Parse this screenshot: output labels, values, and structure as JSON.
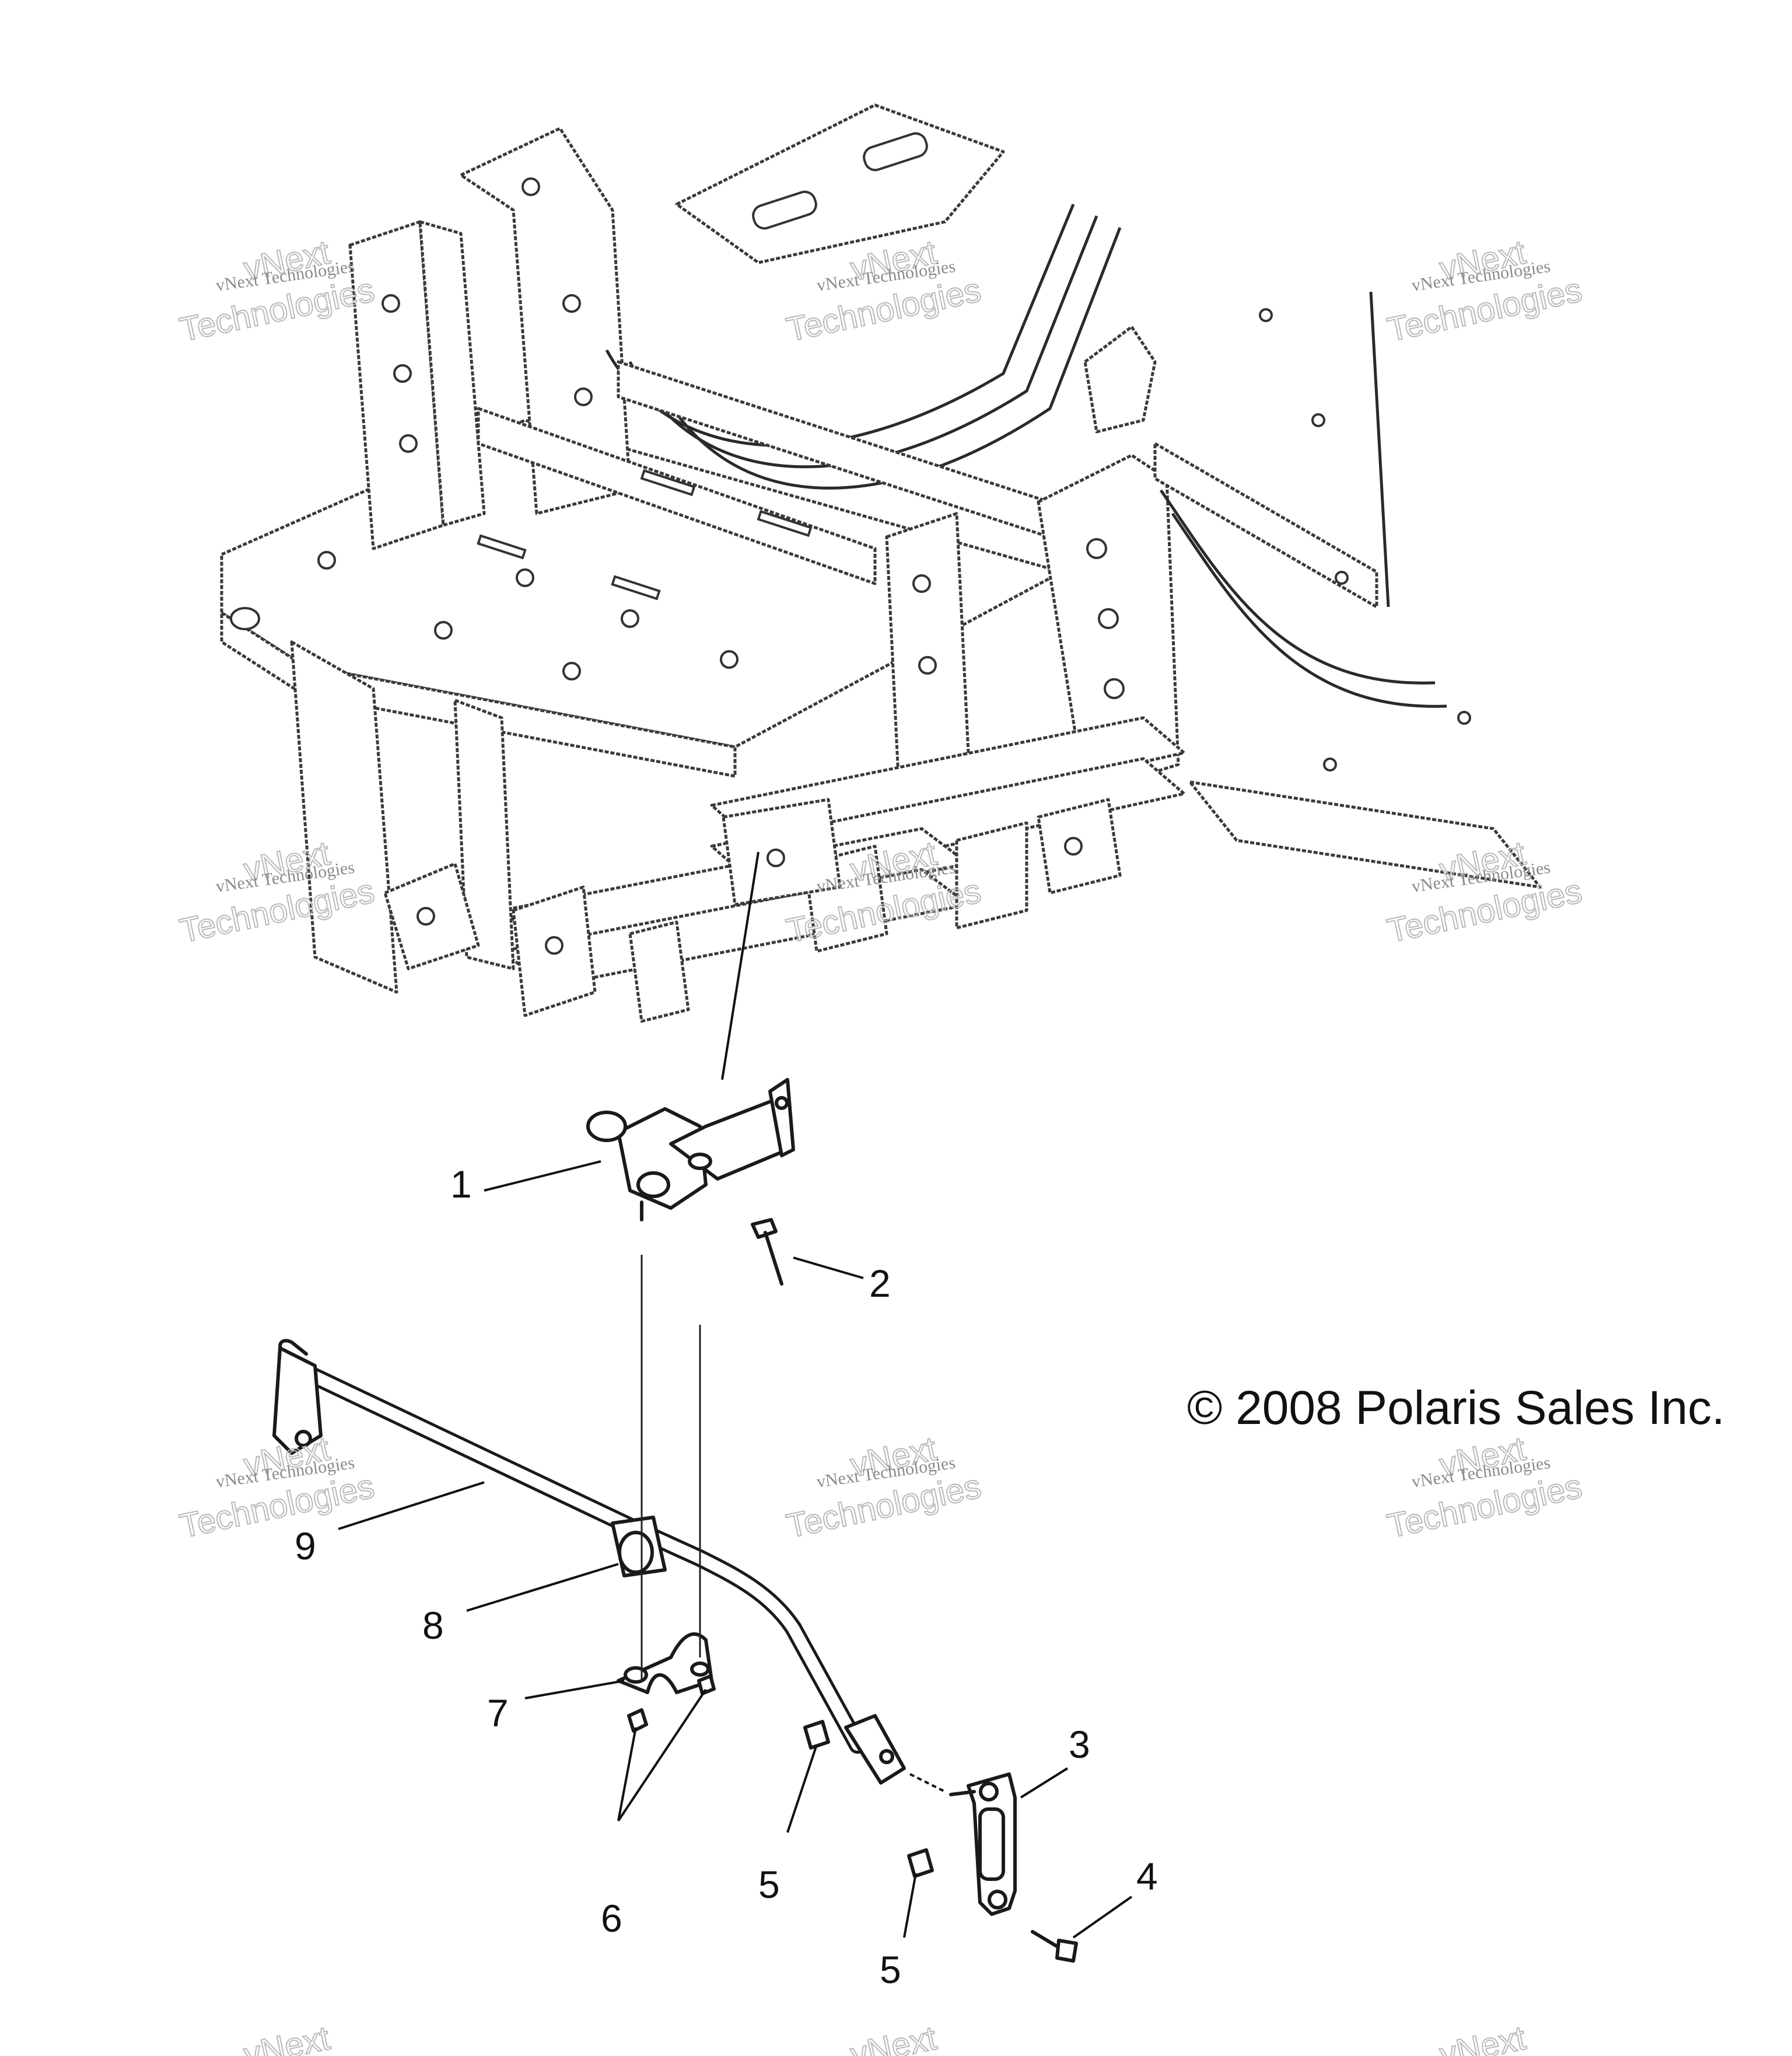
{
  "copyright": "© 2008 Polaris Sales Inc.",
  "watermark": {
    "line1": "vNext Technologies",
    "line2": "Technologies",
    "line3": "vNext"
  },
  "callouts": [
    "1",
    "2",
    "3",
    "4",
    "5",
    "5",
    "6",
    "7",
    "8",
    "9"
  ],
  "colors": {
    "line": "#1a1a1a",
    "watermark": "#b9b9b9",
    "background": "#ffffff"
  }
}
